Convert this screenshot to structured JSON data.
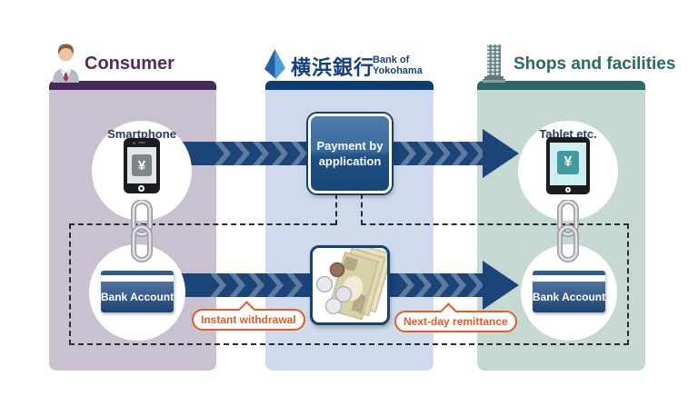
{
  "header": {
    "consumer": {
      "title": "Consumer",
      "icon": "person-icon"
    },
    "bank": {
      "name_jp": "横浜銀行",
      "name_en": [
        "Bank of",
        "Yokohama"
      ],
      "icon": "bank-logo-icon"
    },
    "shops": {
      "title": "Shops and facilities",
      "icon": "building-icon"
    }
  },
  "nodes": {
    "smartphone": {
      "label": "Smartphone",
      "symbol": "¥",
      "icon": "smartphone-icon"
    },
    "tablet": {
      "label": "Tablet etc.",
      "symbol": "¥",
      "icon": "tablet-icon"
    },
    "payment": {
      "line1": "Payment by",
      "line2": "application"
    },
    "money": {
      "icon": "money-icon"
    },
    "bank_account_left": {
      "label": "Bank Account",
      "icon": "bankbook-icon"
    },
    "bank_account_right": {
      "label": "Bank Account",
      "icon": "bankbook-icon"
    },
    "links": {
      "icon": "chain-link-icon",
      "count": 2
    }
  },
  "callouts": {
    "instant": {
      "label": "Instant withdrawal"
    },
    "nextday": {
      "label": "Next-day remittance"
    }
  },
  "colors": {
    "consumer_header": "#472a5a",
    "consumer_body": "#c9c1d0",
    "consumer_text": "#532a63",
    "bank_header": "#0b3c74",
    "bank_body": "#cfdbec",
    "bank_logo_blue_dark": "#2160a6",
    "bank_logo_blue_light": "#4f9ed8",
    "bank_text": "#14417e",
    "shops_header": "#2b6968",
    "shops_body": "#c6d8d2",
    "shops_text": "#2a6a66",
    "arrow_blue": "#1b4478",
    "payment_box_blue": "#2f6196",
    "accent_orange": "#e85a28",
    "dash_gray": "#2b2b2b"
  }
}
